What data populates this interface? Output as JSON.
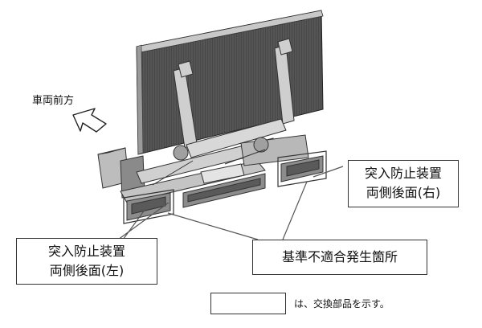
{
  "direction_label": "車両前方",
  "callouts": {
    "right": {
      "line1": "突入防止装置",
      "line2": "両側後面(右)"
    },
    "left": {
      "line1": "突入防止装置",
      "line2": "両側後面(左)"
    },
    "nonconformity": "基準不適合発生箇所"
  },
  "legend": {
    "text": "は、交換部品を示す。"
  },
  "colors": {
    "panel": "#4a4a4a",
    "frame": "#b5b5b5",
    "outline": "#333333",
    "reflector": "#8c8c8c"
  }
}
